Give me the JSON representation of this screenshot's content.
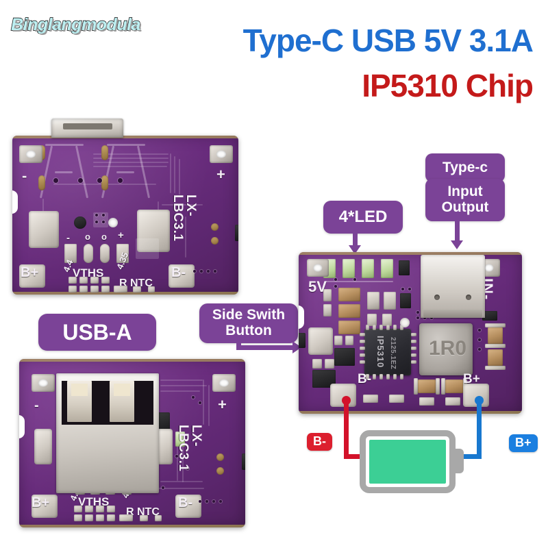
{
  "header": {
    "brand": "Binglangmodula",
    "title_line1": "Type-C USB 5V 3.1A",
    "title_line2": "IP5310 Chip",
    "title1_color": "#1f6fd0",
    "title2_color": "#c41a1a"
  },
  "callouts": {
    "led": "4*LED",
    "typec": "Type-c",
    "typec_io": "Input\nOutput",
    "usb_a": "USB-A",
    "side_switch": "Side Swith\nButton",
    "badge_color": "#7b4397"
  },
  "terminals": {
    "negative": "B-",
    "positive": "B+",
    "negative_color": "#dc1f2e",
    "positive_color": "#1b7fe0",
    "battery_fill_color": "#3ccf95",
    "battery_body_color": "#a8a8a8"
  },
  "board_back": {
    "part_number": "LX-LBC3.1",
    "bplus": "B+",
    "bminus": "B-",
    "vths": "VTHS",
    "v44": "4.4",
    "v435": "4.35",
    "rntc": "R NTC",
    "minus": "-",
    "plus": "+"
  },
  "board_usba": {
    "part_number": "LX-LBC3.1",
    "bplus": "B+",
    "bminus": "B-",
    "vths": "VTHS",
    "v44": "4.4",
    "v435": "4.35",
    "rntc": "R NTC",
    "minus": "-",
    "plus": "+"
  },
  "board_main": {
    "rail_5v": "5V",
    "input_neg": "IN-",
    "bminus": "B-",
    "bplus": "B+",
    "chip_name": "IP5310",
    "chip_datecode": "2125.1EZ",
    "inductor": "1R0"
  },
  "pcb_color": "#6b2d7f"
}
